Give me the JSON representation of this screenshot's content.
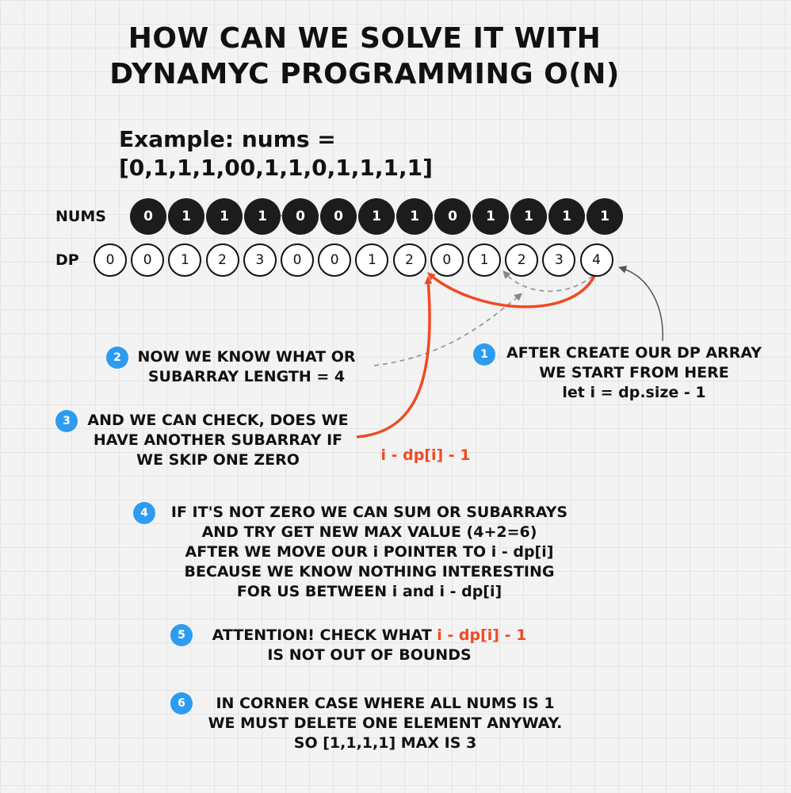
{
  "title_lines": [
    "HOW CAN WE SOLVE IT WITH",
    "DYNAMYC PROGRAMMING O(N)"
  ],
  "example": "Example: nums = [0,1,1,1,00,1,1,0,1,1,1,1]",
  "nums_label": "NUMS",
  "dp_label": "DP",
  "nums": [
    "0",
    "1",
    "1",
    "1",
    "0",
    "0",
    "1",
    "1",
    "0",
    "1",
    "1",
    "1",
    "1"
  ],
  "dp": [
    "0",
    "0",
    "1",
    "2",
    "3",
    "0",
    "0",
    "1",
    "2",
    "0",
    "1",
    "2",
    "3",
    "4"
  ],
  "formula_label": "i - dp[i] - 1",
  "notes": [
    {
      "badge": "1",
      "lines": [
        "AFTER CREATE OUR DP ARRAY",
        "WE START FROM HERE",
        "let i = dp.size - 1"
      ]
    },
    {
      "badge": "2",
      "lines": [
        "NOW WE KNOW WHAT OR",
        "SUBARRAY LENGTH = 4"
      ]
    },
    {
      "badge": "3",
      "lines": [
        "AND WE CAN CHECK, DOES WE",
        "HAVE ANOTHER SUBARRAY IF",
        "WE SKIP ONE ZERO"
      ]
    },
    {
      "badge": "4",
      "lines": [
        "IF IT'S NOT ZERO WE CAN SUM OR SUBARRAYS",
        "AND TRY GET NEW MAX VALUE (4+2=6)",
        "AFTER WE MOVE OUR i POINTER TO i - dp[i]",
        "BECAUSE WE KNOW NOTHING INTERESTING",
        "FOR US BETWEEN i and i - dp[i]"
      ]
    },
    {
      "badge": "5",
      "line1_prefix": "ATTENTION! CHECK WHAT ",
      "line1_highlight": "i - dp[i] - 1",
      "line2": "IS NOT OUT OF BOUNDS"
    },
    {
      "badge": "6",
      "lines": [
        "IN CORNER CASE WHERE ALL NUMS IS 1",
        "WE MUST DELETE ONE ELEMENT ANYWAY.",
        "SO [1,1,1,1] MAX IS 3"
      ]
    }
  ],
  "colors": {
    "accent_red": "#f04a22",
    "badge_blue": "#2d9cf0",
    "nums_fill": "#1c1c1c"
  }
}
